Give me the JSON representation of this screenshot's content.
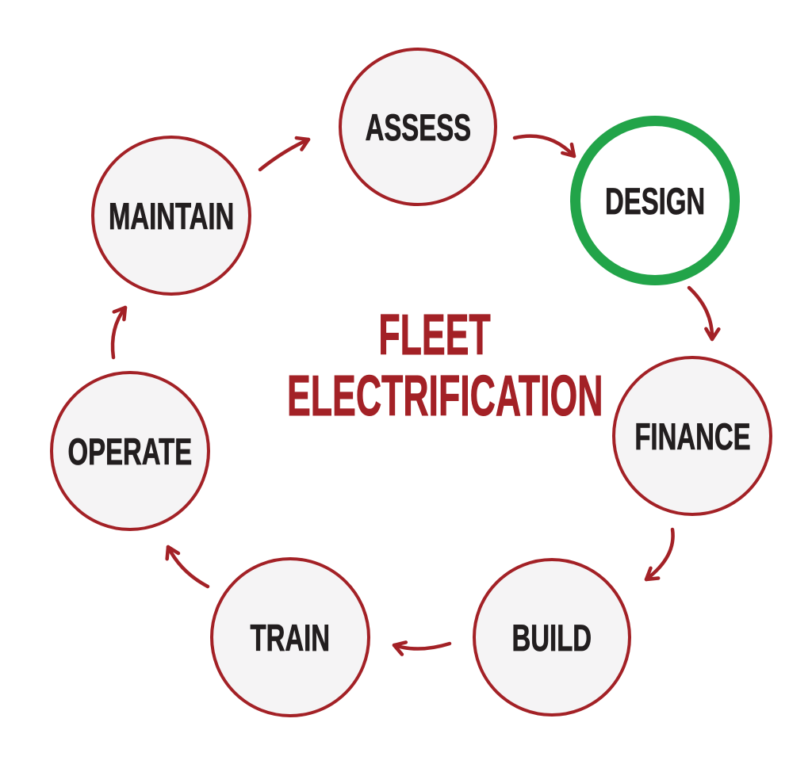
{
  "title": {
    "line1": "FLEET",
    "line2": "ELECTRIFICATION"
  },
  "stages": [
    {
      "id": "assess",
      "label": "ASSESS",
      "highlighted": false
    },
    {
      "id": "design",
      "label": "DESIGN",
      "highlighted": true
    },
    {
      "id": "finance",
      "label": "FINANCE",
      "highlighted": false
    },
    {
      "id": "build",
      "label": "BUILD",
      "highlighted": false
    },
    {
      "id": "train",
      "label": "TRAIN",
      "highlighted": false
    },
    {
      "id": "operate",
      "label": "OPERATE",
      "highlighted": false
    },
    {
      "id": "maintain",
      "label": "MAINTAIN",
      "highlighted": false
    }
  ],
  "colors": {
    "red": "#a32126",
    "green": "#22a449",
    "circle_fill": "#f5f4f5",
    "label": "#221e1f",
    "background": "#ffffff"
  }
}
